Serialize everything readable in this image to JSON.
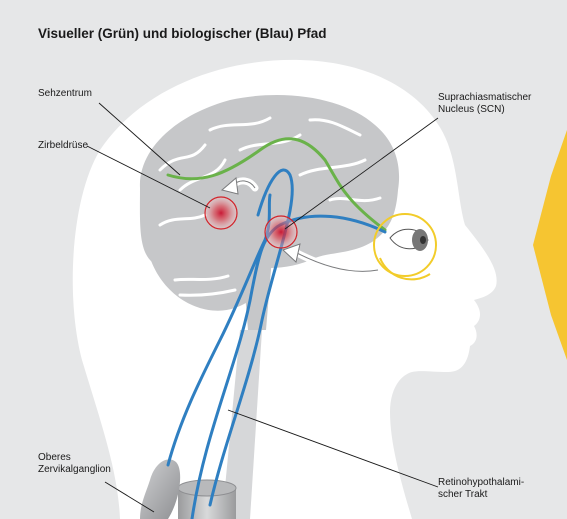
{
  "title": "Visueller (Grün) und biologischer (Blau) Pfad",
  "labels": {
    "sehzentrum": "Sehzentrum",
    "zirbeldruese": "Zirbeldrüse",
    "scn_line1": "Suprachiasmatischer",
    "scn_line2": "Nucleus (SCN)",
    "ganglion_line1": "Oberes",
    "ganglion_line2": "Zervikalganglion",
    "trakt_line1": "Retinohypothalami-",
    "trakt_line2": "scher Trakt"
  },
  "colors": {
    "background": "#e6e7e8",
    "head": "#ffffff",
    "brain": "#c6c7c9",
    "visual_path": "#6ab24a",
    "biological_path": "#2f7fc1",
    "eye_ring": "#f2cc2a",
    "gland": "#d2232a",
    "side_marker": "#f6c531"
  },
  "icons": [
    "eye-icon",
    "side-arrow-marker"
  ]
}
